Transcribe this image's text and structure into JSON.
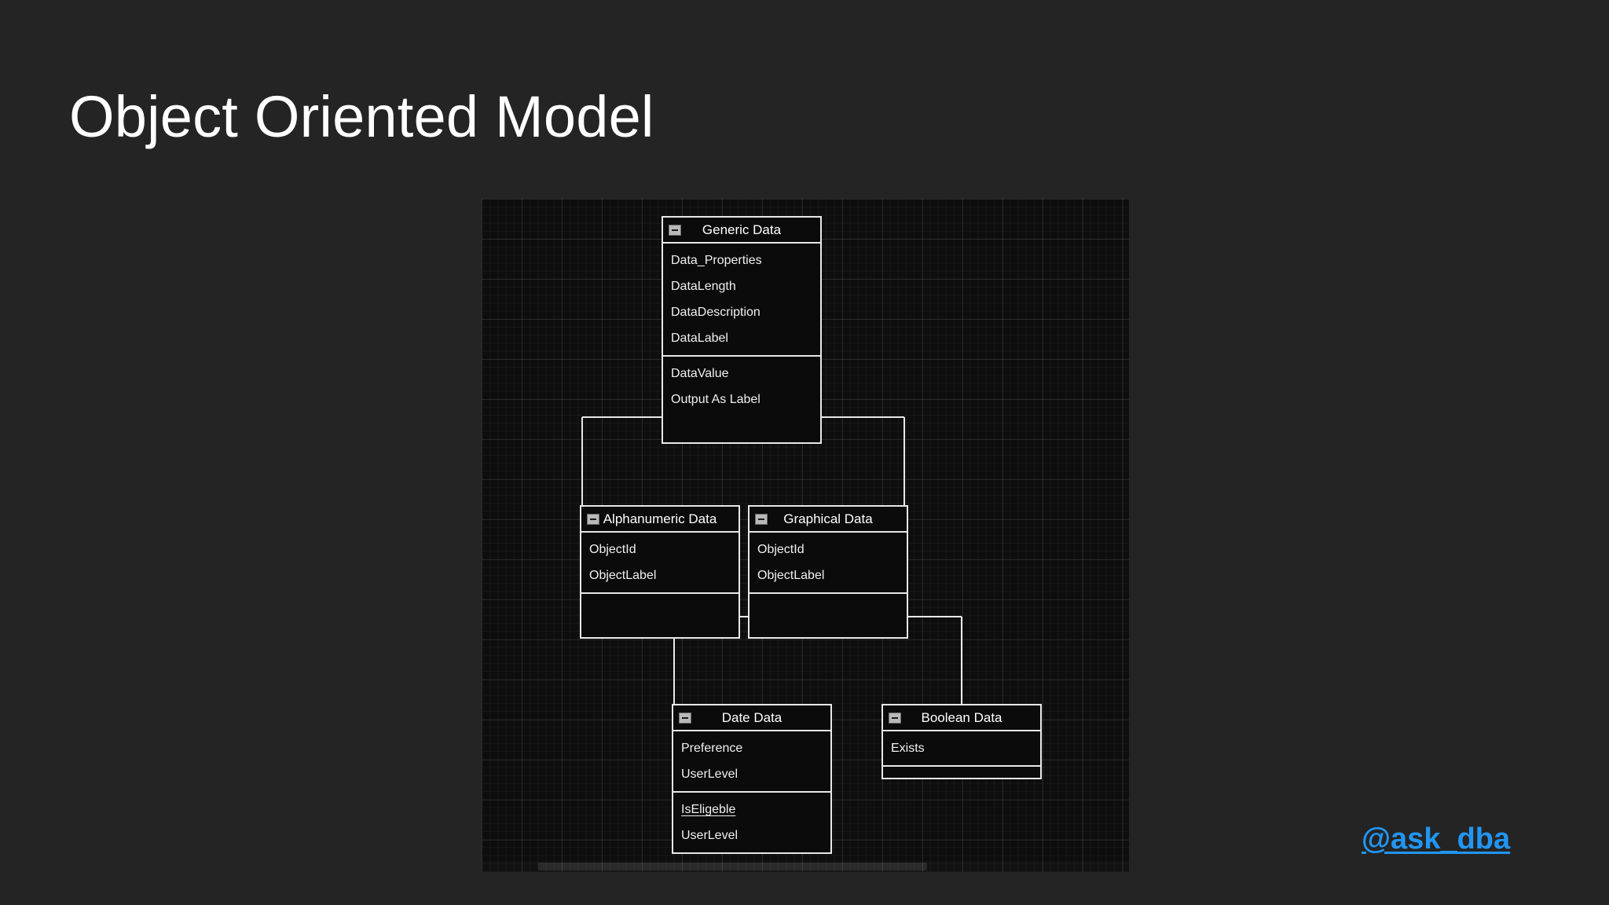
{
  "slide": {
    "title": "Object Oriented Model",
    "background_color": "#242424",
    "watermark": "@ask_dba",
    "watermark_color": "#2196f3"
  },
  "diagram": {
    "type": "class-inheritance-diagram",
    "canvas_background": "#0d0d0d",
    "line_color": "#e8e8e8",
    "entities": [
      {
        "id": "generic-data",
        "name": "Generic Data",
        "collapse_icon": "minus-box-icon",
        "sections": [
          {
            "attributes": [
              "Data_Properties",
              "DataLength",
              "DataDescription",
              "DataLabel"
            ]
          },
          {
            "attributes": [
              "DataValue",
              "Output As Label"
            ]
          }
        ]
      },
      {
        "id": "alphanumeric-data",
        "name": "Alphanumeric Data",
        "collapse_icon": "minus-box-icon",
        "sections": [
          {
            "attributes": [
              "ObjectId",
              "ObjectLabel"
            ]
          },
          {
            "attributes": []
          }
        ]
      },
      {
        "id": "graphical-data",
        "name": "Graphical Data",
        "collapse_icon": "minus-box-icon",
        "sections": [
          {
            "attributes": [
              "ObjectId",
              "ObjectLabel"
            ]
          },
          {
            "attributes": []
          }
        ]
      },
      {
        "id": "date-data",
        "name": "Date Data",
        "collapse_icon": "minus-box-icon",
        "sections": [
          {
            "attributes": [
              "Preference",
              "UserLevel"
            ]
          },
          {
            "attributes": [
              "IsEligeble",
              "UserLevel"
            ],
            "underlined": [
              "IsEligeble"
            ]
          }
        ]
      },
      {
        "id": "boolean-data",
        "name": "Boolean Data",
        "collapse_icon": "minus-box-icon",
        "sections": [
          {
            "attributes": [
              "Exists"
            ]
          },
          {
            "attributes": []
          }
        ]
      }
    ],
    "relationships": [
      {
        "parent": "generic-data",
        "children": [
          "alphanumeric-data",
          "graphical-data"
        ],
        "style": "generalization-arc"
      },
      {
        "parent": "graphical-data",
        "children": [
          "date-data",
          "boolean-data"
        ],
        "style": "generalization-arc"
      }
    ]
  }
}
